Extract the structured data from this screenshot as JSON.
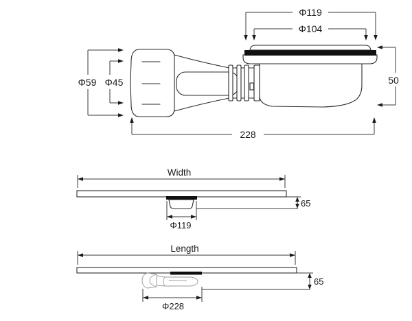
{
  "drawing": {
    "kind": "technical-dimension-drawing",
    "subject": "shower tray drain trap",
    "side_view": {
      "dim_phi119": "Φ119",
      "dim_phi104": "Φ104",
      "dim_phi59": "Φ59",
      "dim_phi45": "Φ45",
      "dim_50": "50",
      "dim_228": "228"
    },
    "width_view": {
      "title": "Width",
      "dim_65": "65",
      "dim_phi119": "Φ119"
    },
    "length_view": {
      "title": "Length",
      "dim_65": "65",
      "dim_phi228": "Φ228"
    },
    "colors": {
      "object_line": "#2b2b2b",
      "dimension_line": "#3a3a3a",
      "gasket_fill": "#101010",
      "faint_line": "#9a9a9a",
      "background": "#ffffff"
    }
  }
}
